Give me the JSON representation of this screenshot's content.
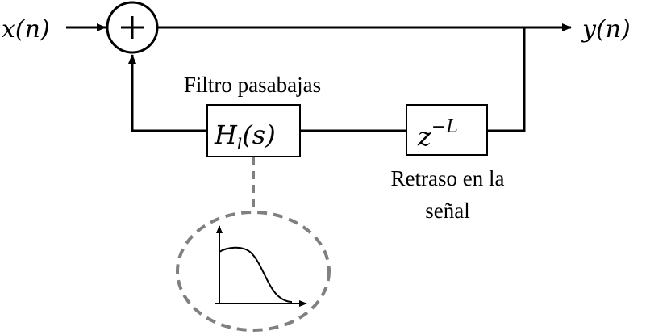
{
  "input_label": "x(n)",
  "output_label": "y(n)",
  "adder_symbol": "+",
  "filter": {
    "title": "Filtro pasabajas",
    "block_text": "H",
    "block_subscript": "l",
    "block_arg": "(s)"
  },
  "delay": {
    "block_base": "z",
    "block_exponent": "−L",
    "caption_line1": "Retraso en la",
    "caption_line2": "señal"
  },
  "colors": {
    "line": "#000000",
    "dashed": "#808080"
  },
  "inset_icon": "lowpass-frequency-response-icon"
}
